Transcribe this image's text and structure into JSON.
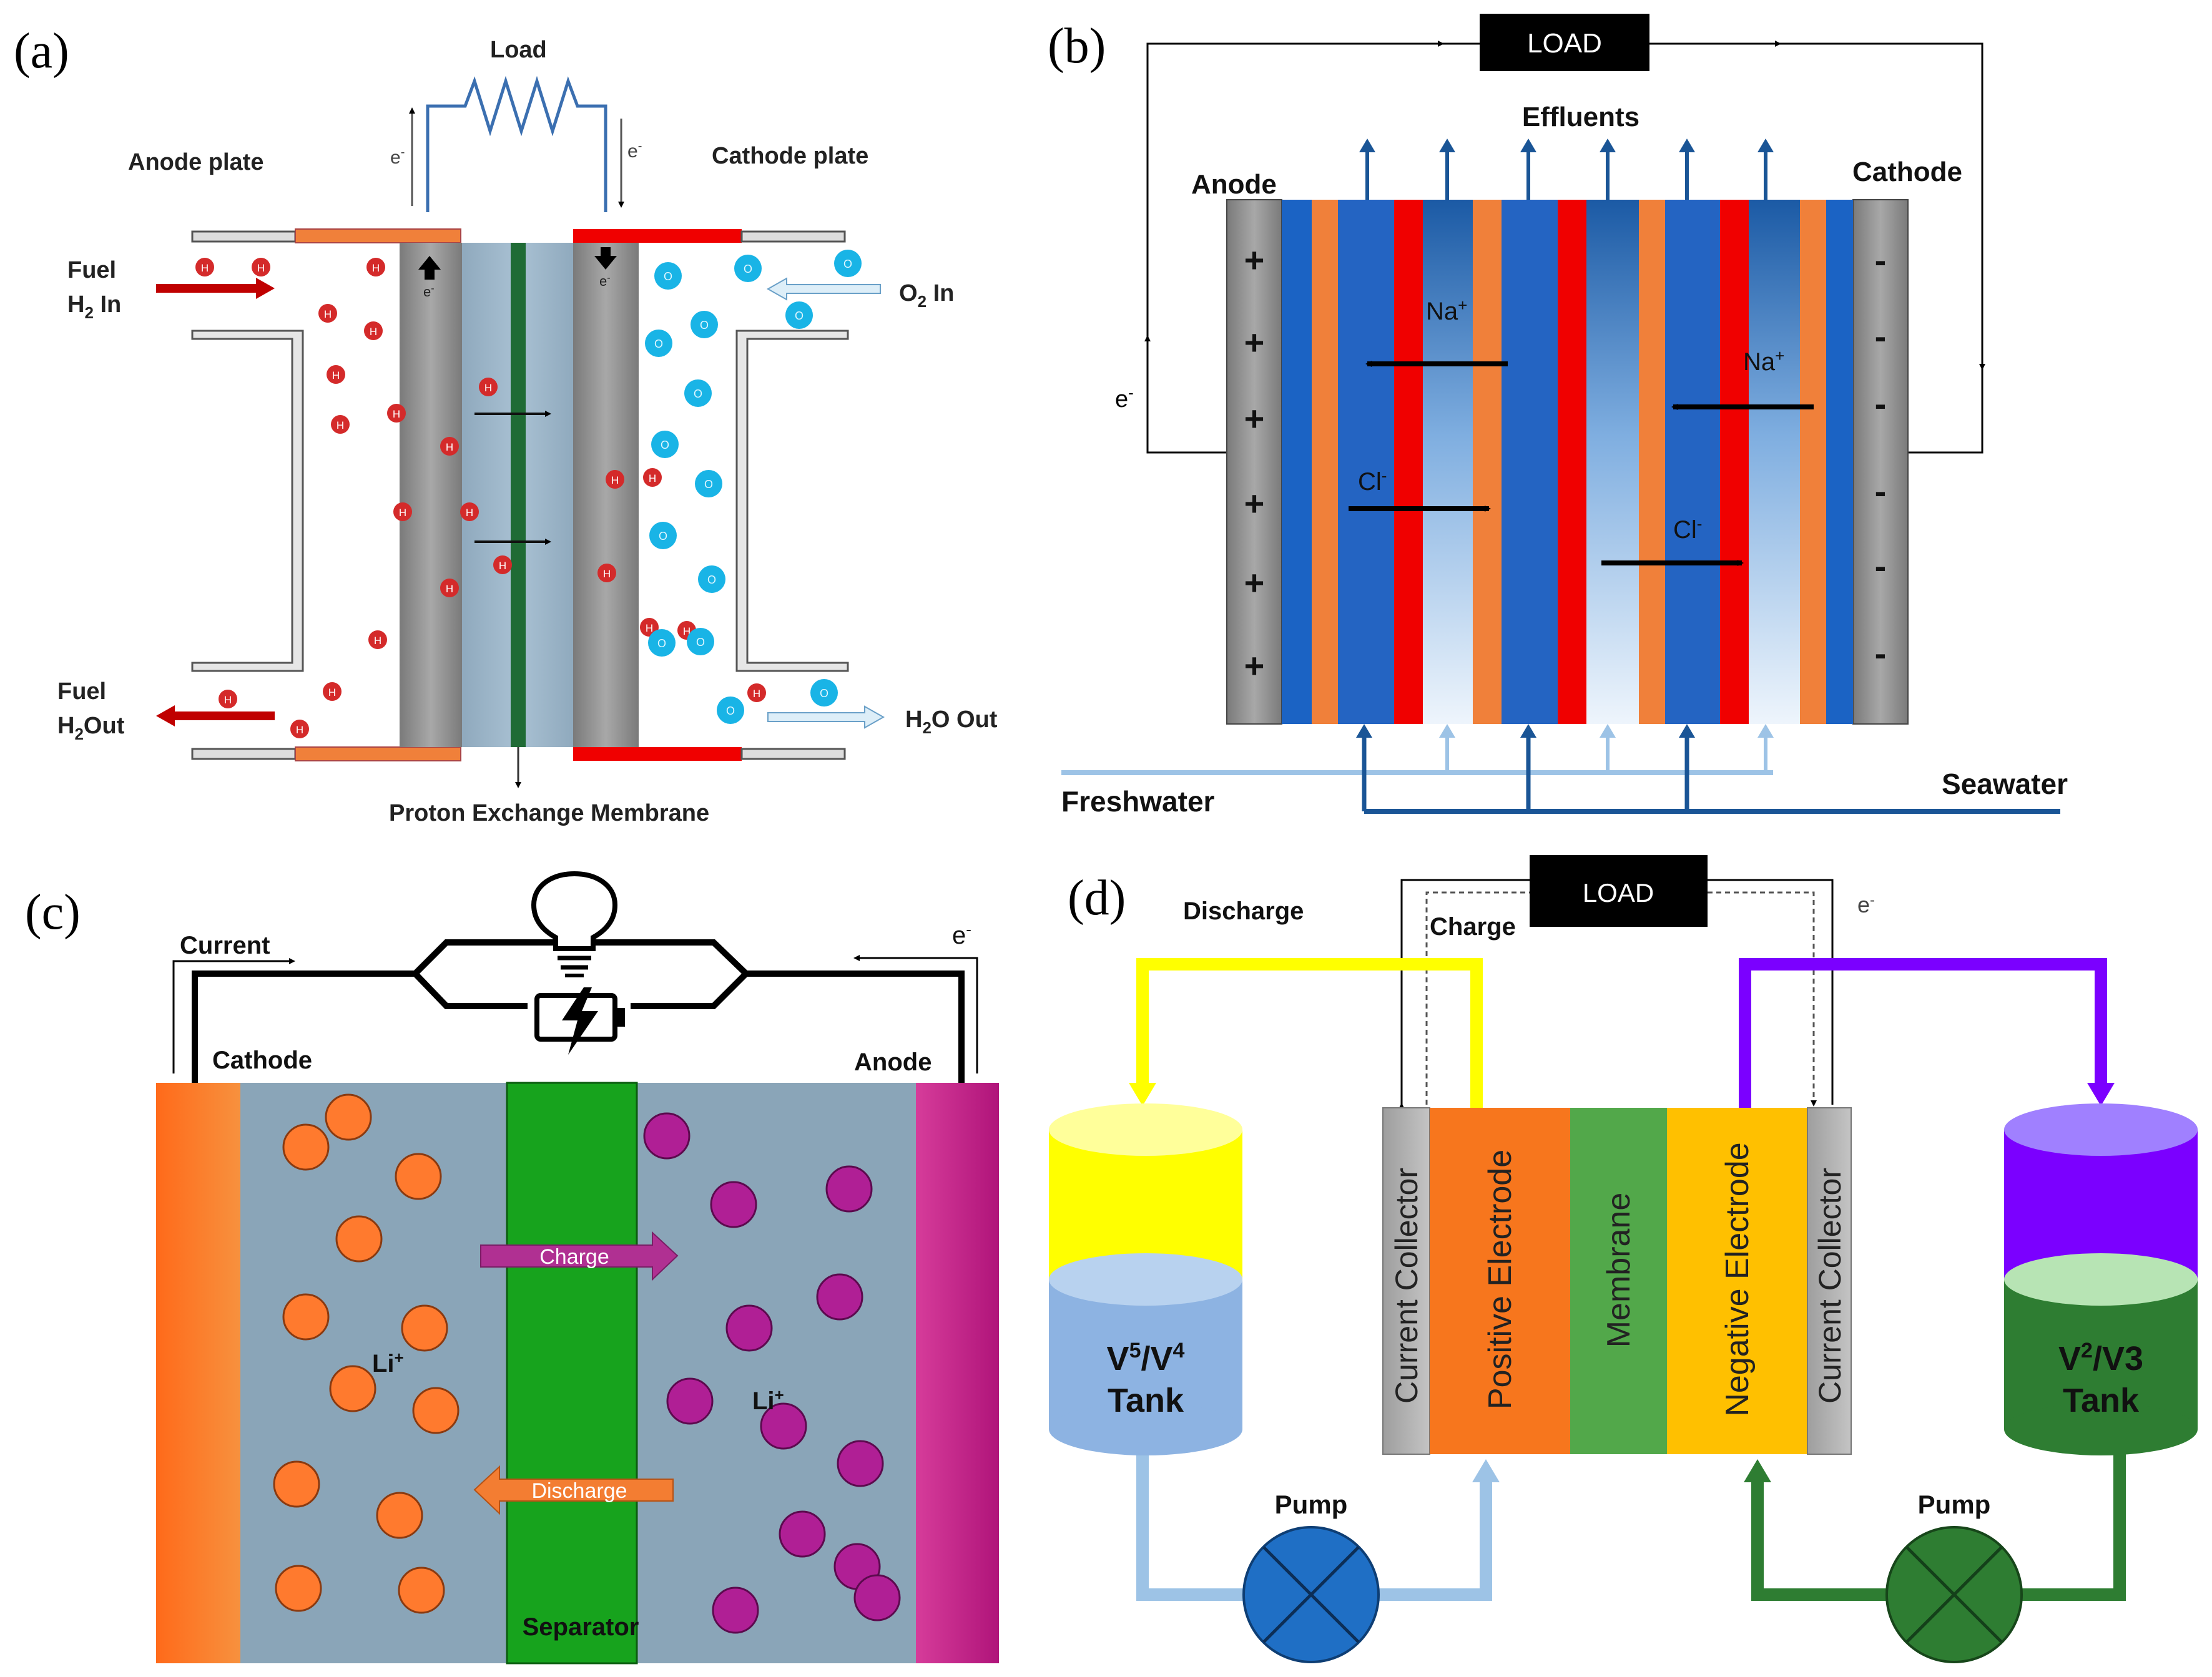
{
  "panel_a": {
    "tag": "(a)",
    "load": "Load",
    "anode_plate": "Anode plate",
    "cathode_plate": "Cathode plate",
    "fuel_in_1": "Fuel",
    "fuel_in_2": "H",
    "fuel_in_sub": "2",
    "fuel_in_3": " In",
    "o2_in_1": "O",
    "o2_in_sub": "2",
    "o2_in_2": " In",
    "fuel_out_1": "Fuel",
    "fuel_out_2": "H",
    "fuel_out_sub": "2",
    "fuel_out_3": "Out",
    "water_out_1": "H",
    "water_out_sub": "2",
    "water_out_2": "O Out",
    "membrane": "Proton Exchange Membrane",
    "electron": "e",
    "electron_sup": "-",
    "h": "H",
    "o": "O"
  },
  "panel_b": {
    "tag": "(b)",
    "load": "LOAD",
    "effluents": "Effluents",
    "anode": "Anode",
    "cathode": "Cathode",
    "electron": "e",
    "electron_sup": "-",
    "plus": "+",
    "minus": "-",
    "na": "Na",
    "na_sup": "+",
    "cl": "Cl",
    "cl_sup": "-",
    "freshwater": "Freshwater",
    "seawater": "Seawater"
  },
  "panel_c": {
    "tag": "(c)",
    "current": "Current",
    "electron": "e",
    "electron_sup": "-",
    "cathode": "Cathode",
    "anode": "Anode",
    "charge": "Charge",
    "discharge": "Discharge",
    "li": "Li",
    "li_sup": "+",
    "separator": "Separator"
  },
  "panel_d": {
    "tag": "(d)",
    "load": "LOAD",
    "discharge": "Discharge",
    "charge": "Charge",
    "electron": "e",
    "electron_sup": "-",
    "current_collector": "Current Collector",
    "positive_electrode": "Positive Electrode",
    "membrane": "Membrane",
    "negative_electrode": "Negative Electrode",
    "left_tank_1": "V",
    "left_tank_sup1": "5",
    "left_tank_mid": "/V",
    "left_tank_sup2": "4",
    "left_tank_2": "Tank",
    "right_tank_1": "V",
    "right_tank_sup1": "2",
    "right_tank_mid": "/V3",
    "right_tank_2": "Tank",
    "pump": "Pump"
  },
  "colors": {
    "anode_orange": "#f0803a",
    "cathode_red": "#f00000",
    "membrane_green": "#1f6b35",
    "ion_blue": "#1f78c8",
    "light_blue": "#9dc3e6",
    "yellow": "#ffff00",
    "purple": "#7b00ff",
    "pump_green": "#2e7d32"
  }
}
